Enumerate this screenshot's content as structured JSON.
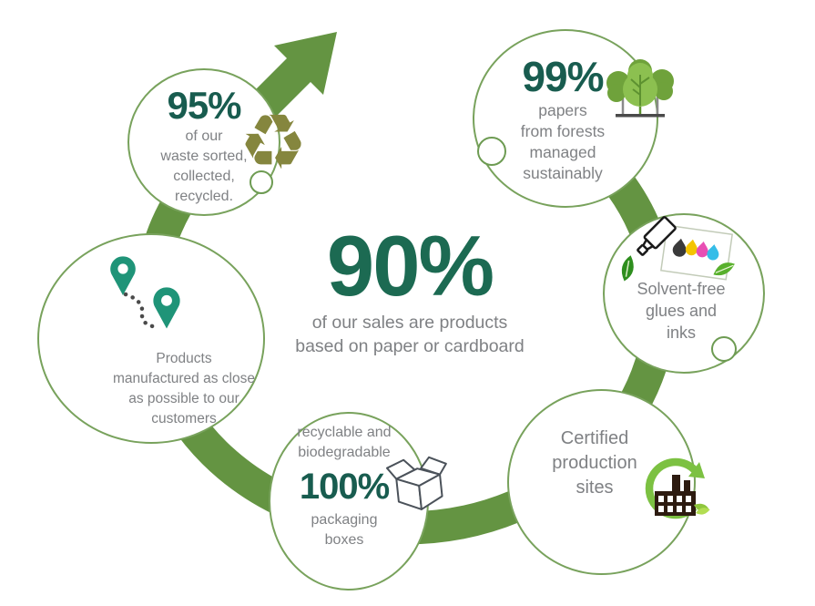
{
  "title": "Sustainability cycle infographic",
  "palette": {
    "ring_green": "#649442",
    "circle_outline": "#78a25c",
    "stat_teal": "#185c4f",
    "center_green": "#1c6a52",
    "body_gray": "#7f8184",
    "recycle_olive": "#85863e",
    "pin_teal": "#1f9478",
    "eco_bright_green": "#7cc142"
  },
  "center": {
    "value": "90%",
    "caption": "of our sales are products\nbased on paper or cardboard"
  },
  "circles": {
    "waste": {
      "value": "95%",
      "caption": "of our\nwaste sorted,\ncollected,\nrecycled.",
      "icon": "recycle-icon"
    },
    "forests": {
      "value": "99%",
      "caption": "papers\nfrom forests\nmanaged\nsustainably",
      "icon": "trees-icon"
    },
    "glues": {
      "caption": "Solvent-free\nglues and\ninks",
      "icon": "glue-ink-leaf-icon"
    },
    "sites": {
      "caption": "Certified\nproduction\nsites",
      "icon": "eco-factory-icon"
    },
    "packaging": {
      "caption_top": "recyclable and\nbiodegradable",
      "value": "100%",
      "caption_bottom": "packaging\nboxes",
      "icon": "open-box-icon"
    },
    "local": {
      "caption": "Products\nmanufactured as close\nas possible to our\ncustomers",
      "icon": "map-pins-icon"
    }
  },
  "icons": {
    "recycle_glyph": "♻"
  }
}
